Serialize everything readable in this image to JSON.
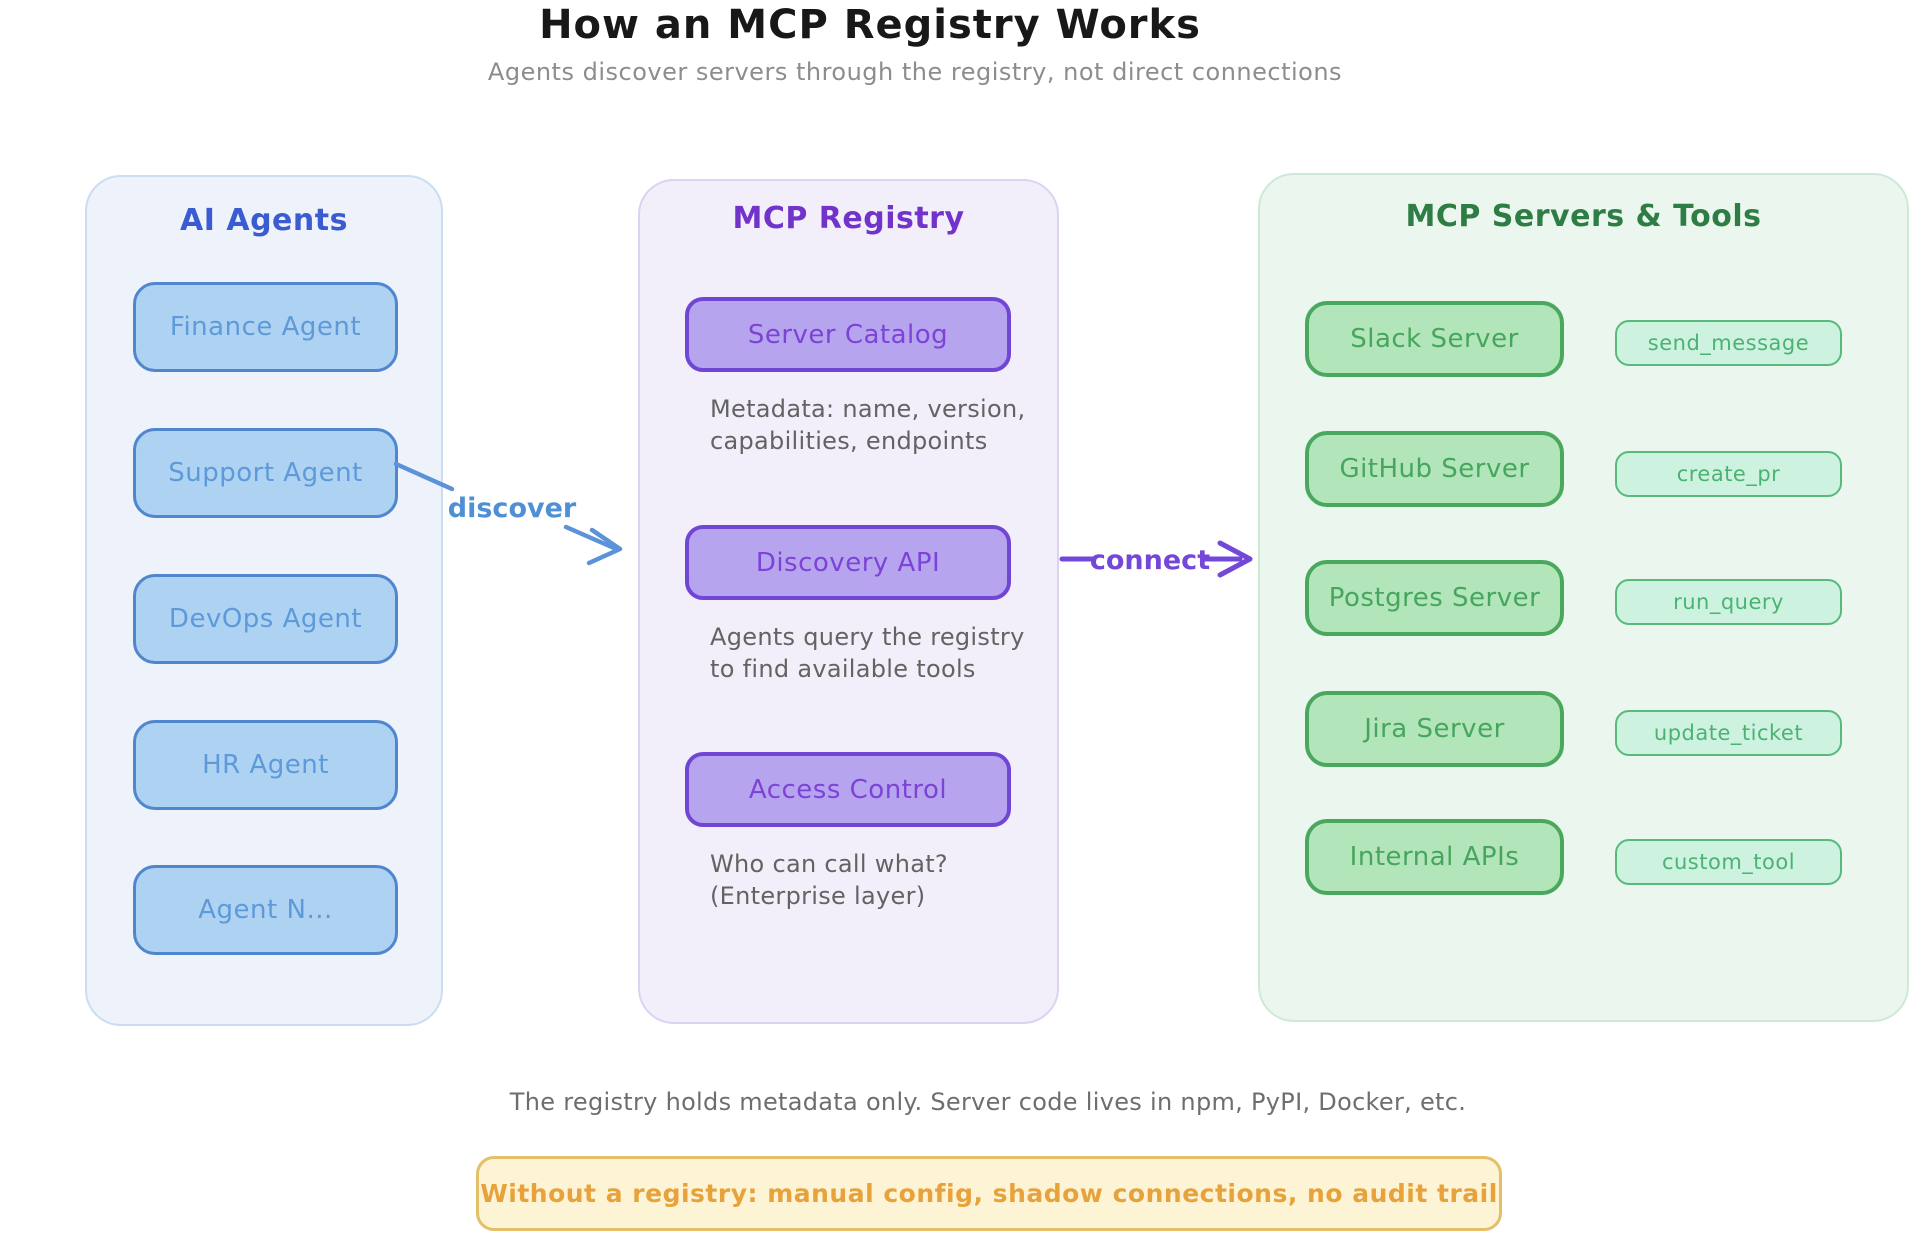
{
  "header": {
    "title": "How an MCP Registry Works",
    "subtitle": "Agents discover servers through the registry, not direct connections"
  },
  "agents_panel": {
    "title": "AI Agents",
    "agents": [
      "Finance Agent",
      "Support Agent",
      "DevOps Agent",
      "HR Agent",
      "Agent N..."
    ]
  },
  "registry_panel": {
    "title": "MCP Registry",
    "sections": [
      {
        "label": "Server Catalog",
        "lines": [
          "Metadata: name, version,",
          "capabilities, endpoints"
        ]
      },
      {
        "label": "Discovery API",
        "lines": [
          "Agents query the registry",
          "to find available tools"
        ]
      },
      {
        "label": "Access Control",
        "lines": [
          "Who can call what?",
          "(Enterprise layer)"
        ]
      }
    ]
  },
  "servers_panel": {
    "title": "MCP Servers & Tools",
    "rows": [
      {
        "server": "Slack Server",
        "tool": "send_message"
      },
      {
        "server": "GitHub Server",
        "tool": "create_pr"
      },
      {
        "server": "Postgres Server",
        "tool": "run_query"
      },
      {
        "server": "Jira Server",
        "tool": "update_ticket"
      },
      {
        "server": "Internal APIs",
        "tool": "custom_tool"
      }
    ]
  },
  "edges": {
    "discover_label": "discover",
    "connect_label": "connect"
  },
  "footer": {
    "note": "The registry holds metadata only. Server code lives in npm, PyPI, Docker, etc.",
    "warning": "Without a registry: manual config, shadow connections, no audit trail"
  },
  "colors": {
    "agents_accent": "#3b5bd0",
    "agent_box_fill": "#aed2f2",
    "agent_box_border": "#4f86cd",
    "registry_accent": "#7233cb",
    "registry_box_fill": "#b7a4ef",
    "registry_box_border": "#6f47d4",
    "servers_accent": "#2e7d45",
    "server_box_fill": "#b2e5ba",
    "server_box_border": "#4aa85e",
    "tool_box_fill": "#cdf3e0",
    "tool_box_border": "#57ba7c",
    "discover_arrow": "#5b92d8",
    "connect_arrow": "#7347d8",
    "warning_bg": "#fdf4d5",
    "warning_border": "#e3bf68",
    "warning_text": "#e7a23b"
  }
}
